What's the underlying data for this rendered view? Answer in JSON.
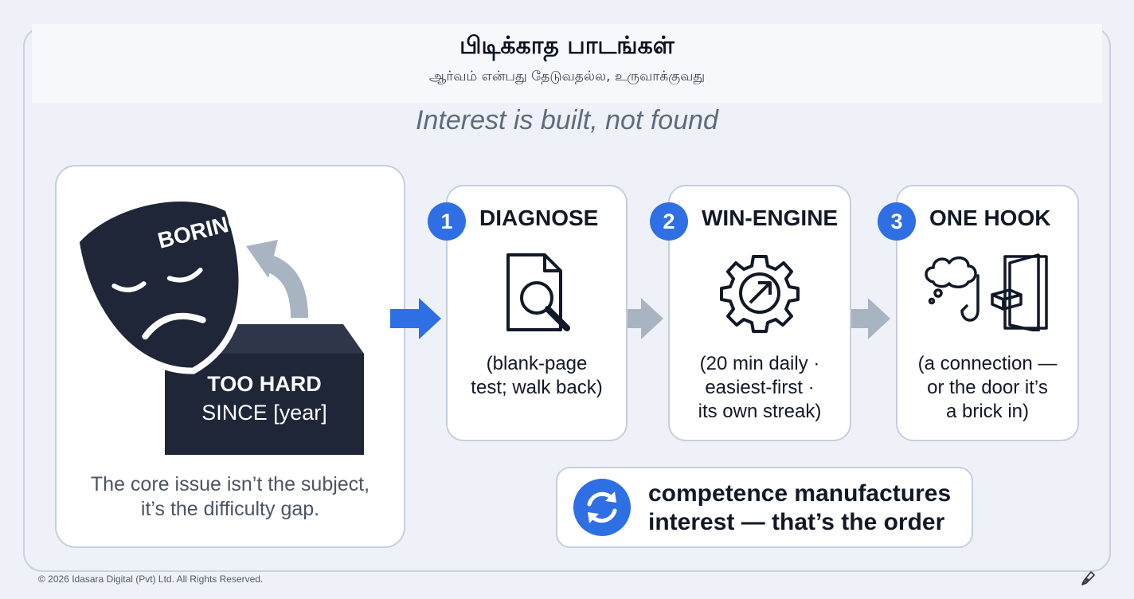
{
  "header": {
    "title": "பிடிக்காத பாடங்கள்",
    "subtitle": "ஆர்வம் என்பது தேடுவதல்ல, உருவாக்குவது"
  },
  "tagline": "Interest is built, not found",
  "left_panel": {
    "mask_text": "BORING",
    "box_line1": "TOO HARD",
    "box_line2": "SINCE [year]",
    "caption_line1": "The core issue isn’t the subject,",
    "caption_line2": "it’s the difficulty gap."
  },
  "steps": [
    {
      "number": "1",
      "title": "DIAGNOSE",
      "icon": "document-search-icon",
      "desc_lines": [
        "(blank-page",
        "test; walk back)"
      ]
    },
    {
      "number": "2",
      "title": "WIN-ENGINE",
      "icon": "gear-arrow-icon",
      "desc_lines": [
        "(20 min daily ·",
        "easiest-first ·",
        "its own streak)"
      ]
    },
    {
      "number": "3",
      "title": "ONE HOOK",
      "icon": "thought-hook-door-icon",
      "desc_lines": [
        "(a connection —",
        "or the door it’s",
        "a brick in)"
      ]
    }
  ],
  "conclusion": {
    "line1": "competence manufactures",
    "line2": "interest — that’s the order"
  },
  "footer": "© 2026 Idasara Digital (Pvt) Ltd. All Rights Reserved.",
  "colors": {
    "accent": "#2f6fe4",
    "dark": "#1e2638",
    "arrow_gray": "#a9b4c3",
    "border": "#c5cfdb"
  }
}
